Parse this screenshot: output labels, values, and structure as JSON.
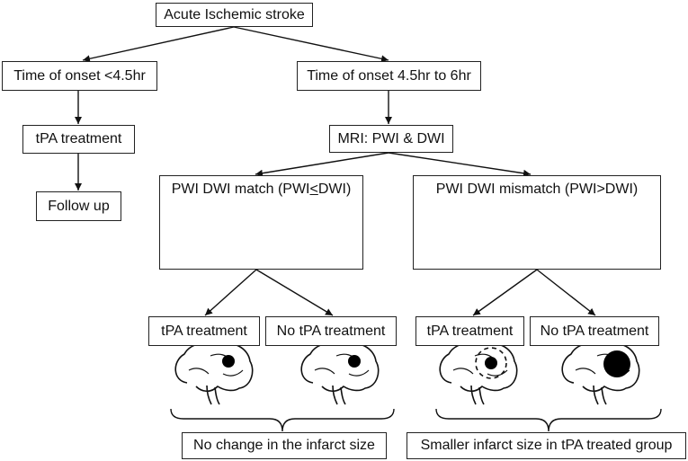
{
  "nodes": {
    "root": "Acute Ischemic stroke",
    "early_onset": "Time of onset <4.5hr",
    "late_onset": "Time of onset 4.5hr to 6hr",
    "tpa_early": "tPA treatment",
    "follow_up": "Follow up",
    "mri": "MRI: PWI & DWI",
    "match": {
      "pre": "PWI  DWI match (PWI",
      "lte": "<",
      "post": "DWI)"
    },
    "mismatch": "PWI  DWI mismatch (PWI>DWI)",
    "match_tpa": "tPA treatment",
    "match_no_tpa": "No tPA treatment",
    "mismatch_tpa": "tPA treatment",
    "mismatch_no_tpa": "No tPA treatment",
    "match_outcome": "No change in the infarct size",
    "mismatch_outcome": "Smaller infarct size in tPA treated group"
  },
  "colors": {
    "line": "#111111",
    "border": "#222222",
    "infarct": "#000000",
    "penumbra": "#a6a6a6"
  }
}
